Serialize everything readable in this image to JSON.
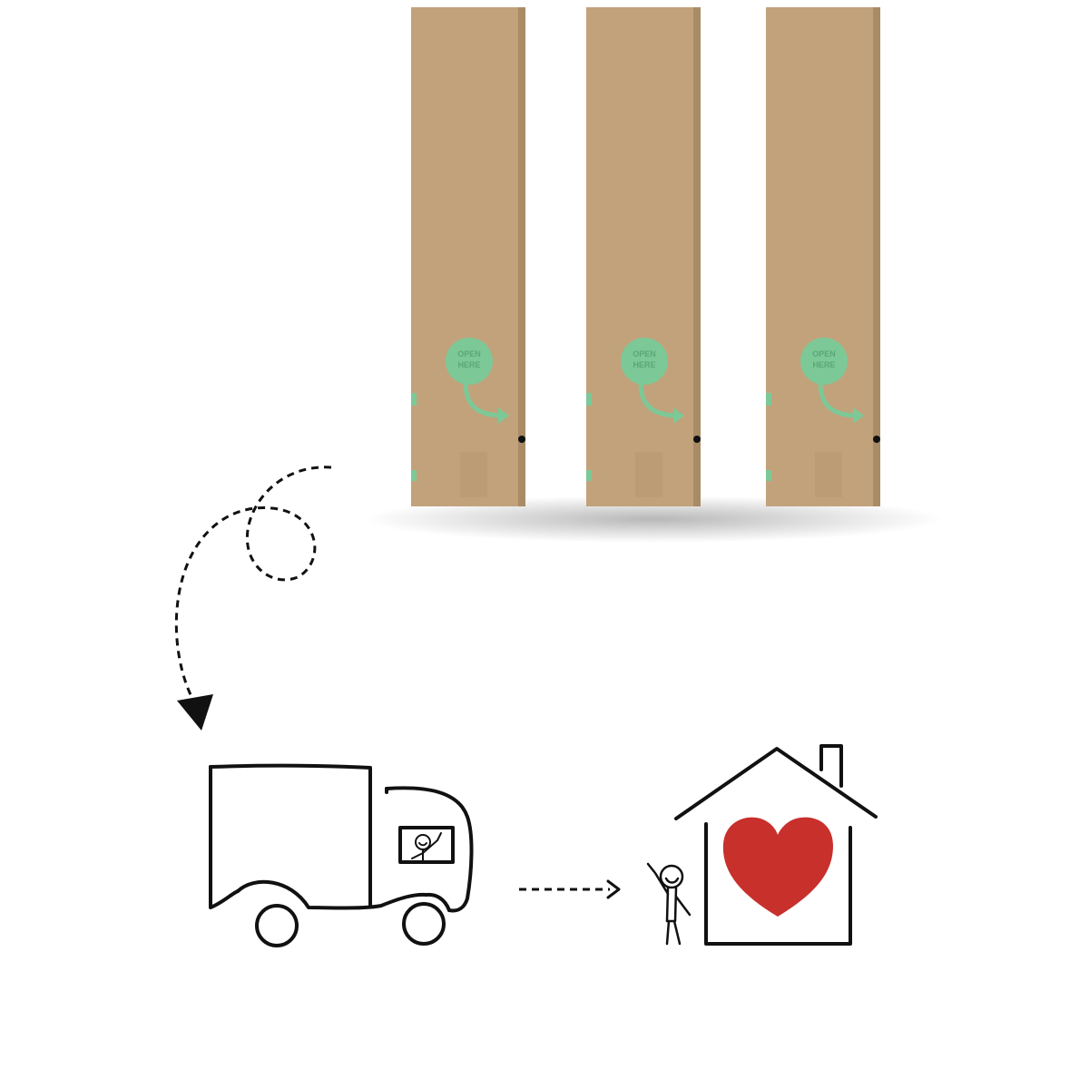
{
  "boxes": {
    "count": 3,
    "label_line1": "OPEN",
    "label_line2": "HERE",
    "cardboard_color": "#c2a27b",
    "cardboard_edge_color": "#a98b66",
    "stamp_color": "#7dc897"
  },
  "heart": {
    "color": "#c8302c"
  },
  "stroke_color": "#111111",
  "icons": [
    "shipping-box-icon",
    "dashed-arrow-icon",
    "delivery-truck-icon",
    "stick-figure-icon",
    "house-icon",
    "heart-icon"
  ]
}
